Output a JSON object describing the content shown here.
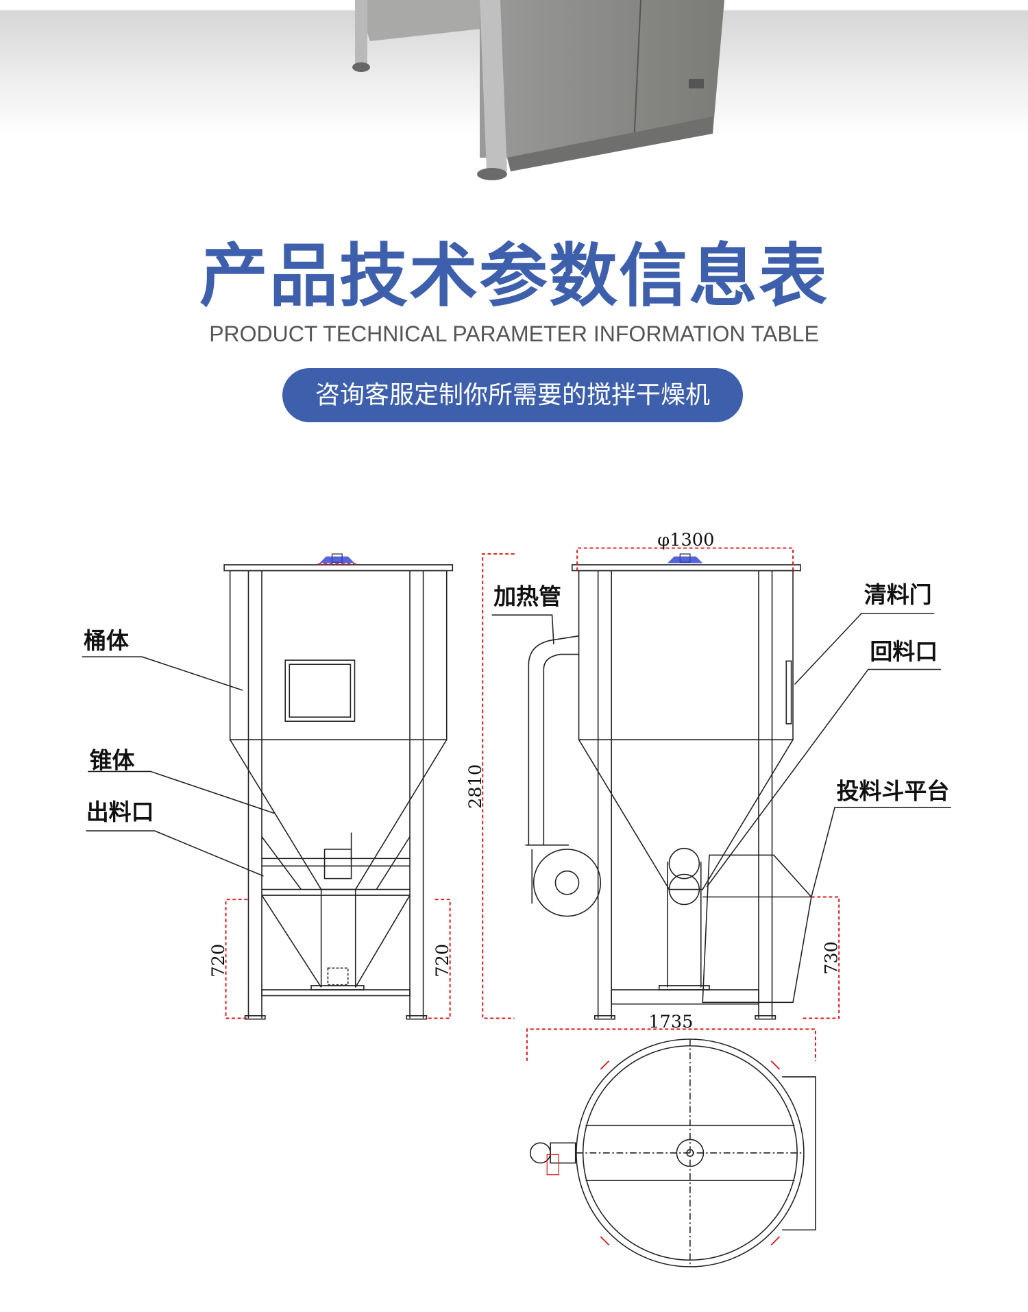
{
  "header": {
    "title": "产品技术参数信息表",
    "subtitle": "PRODUCT TECHNICAL PARAMETER INFORMATION TABLE",
    "cta": "咨询客服定制你所需要的搅拌干燥机"
  },
  "drawing": {
    "labels": {
      "barrel": "桶体",
      "cone": "锥体",
      "outlet": "出料口",
      "heating_pipe": "加热管",
      "cleaning_door": "清料门",
      "return_port": "回料口",
      "hopper_platform": "投料斗平台"
    },
    "dimensions": {
      "diameter": "φ1300",
      "total_height": "2810",
      "leg_height_left": "720",
      "leg_height_right": "720",
      "platform_height": "730",
      "total_width": "1735"
    }
  },
  "colors": {
    "accent": "#3d5fac",
    "dimension": "#e0161b"
  }
}
